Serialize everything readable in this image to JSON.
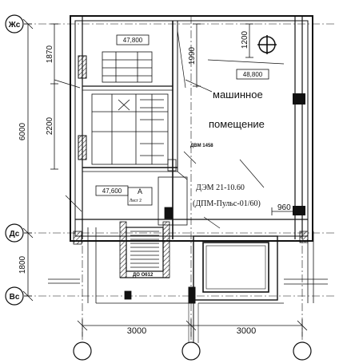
{
  "axes": {
    "zhs": "Жс",
    "ds": "Дс",
    "vs": "Вс"
  },
  "dims": {
    "d1870": "1870",
    "d6000": "6000",
    "d2200": "2200",
    "d1800": "1800",
    "d1990": "1990",
    "d1200": "1200",
    "d960": "960",
    "d3000a": "3000",
    "d3000b": "3000"
  },
  "elev": {
    "e1": "47,800",
    "e2": "48,800",
    "e3": "47,600"
  },
  "labels": {
    "room_l1": "машинное",
    "room_l2": "помещение",
    "dvm": "ДВМ 1458",
    "dem": "ДЭМ 21-10.60",
    "dpm": "(ДПМ-Пульс-01/60)",
    "sheet_a": "А",
    "sheet_no": "Лист 2",
    "do": "ДО О612"
  },
  "colors": {
    "ink": "#111111",
    "paper": "#ffffff"
  }
}
